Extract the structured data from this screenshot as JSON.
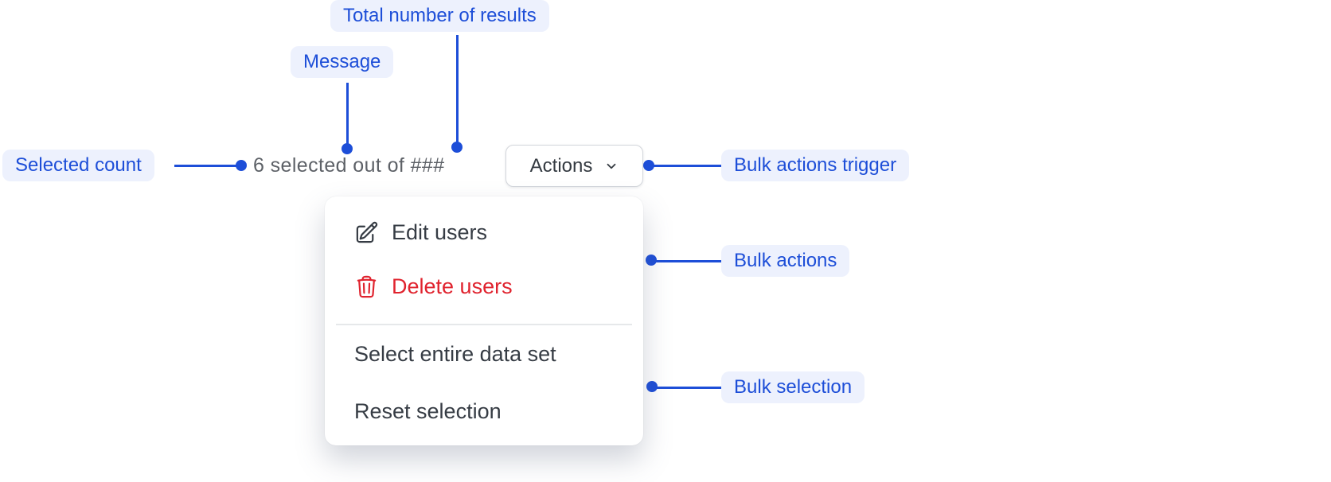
{
  "colors": {
    "accent_blue": "#1d4ed8",
    "tag_background": "#edf1fd",
    "message_gray": "#5d6167",
    "menu_text": "#363c44",
    "danger_red": "#e0232e"
  },
  "annotations": {
    "total_results": {
      "label": "Total number of results"
    },
    "message": {
      "label": "Message"
    },
    "selected_count": {
      "label": "Selected count"
    },
    "bulk_actions_trigger": {
      "label": "Bulk actions trigger"
    },
    "bulk_actions": {
      "label": "Bulk actions"
    },
    "bulk_selection": {
      "label": "Bulk selection"
    }
  },
  "toolbar": {
    "message": "6 selected out of ###",
    "actions_button": {
      "label": "Actions",
      "icon": "chevron-down-icon"
    }
  },
  "menu": {
    "items": [
      {
        "label": "Edit users",
        "icon": "pencil-square-icon",
        "variant": "default"
      },
      {
        "label": "Delete users",
        "icon": "trash-icon",
        "variant": "danger"
      },
      {
        "label": "Select entire data set",
        "icon": null,
        "variant": "default"
      },
      {
        "label": "Reset selection",
        "icon": null,
        "variant": "default"
      }
    ],
    "divider_after_index": 1
  }
}
